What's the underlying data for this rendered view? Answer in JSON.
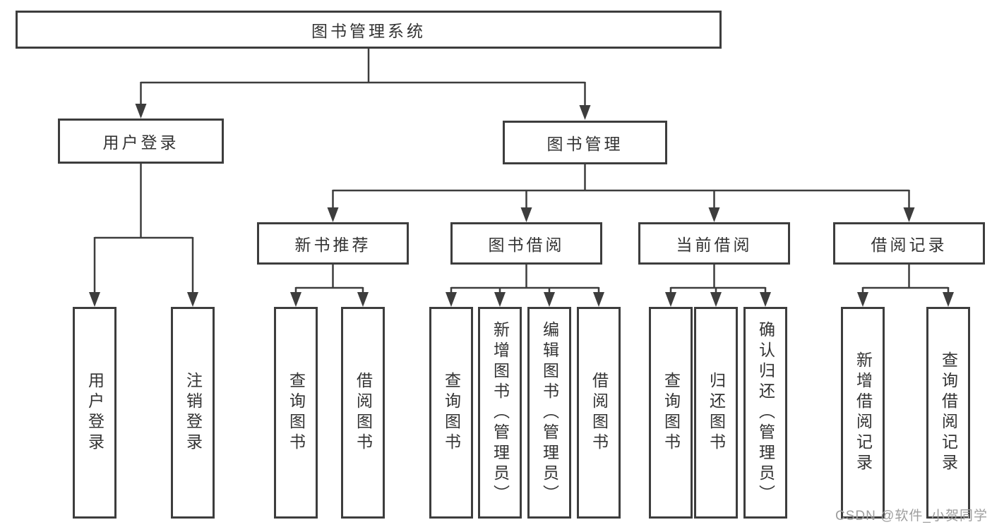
{
  "diagram": {
    "nodes": {
      "root": "图书管理系统",
      "user_login": "用户登录",
      "book_mgmt": "图书管理",
      "new_books": "新书推荐",
      "book_borrow": "图书借阅",
      "current_borrow": "当前借阅",
      "borrow_records": "借阅记录",
      "leaf_user_login": "用户登录",
      "leaf_logout": "注销登录",
      "leaf_nb_query": "查询图书",
      "leaf_nb_borrow": "借阅图书",
      "leaf_bb_query": "查询图书",
      "leaf_bb_add": "新增图书（管理员）",
      "leaf_bb_edit": "编辑图书（管理员）",
      "leaf_bb_borrow": "借阅图书",
      "leaf_cb_query": "查询图书",
      "leaf_cb_return": "归还图书",
      "leaf_cb_confirm": "确认归还（管理员）",
      "leaf_br_add": "新增借阅记录",
      "leaf_br_query": "查询借阅记录"
    },
    "colors": {
      "line": "#3d3d3d",
      "text": "#333333",
      "watermark": "#9e9e9e"
    },
    "watermark": "CSDN @软件_小贺同学"
  }
}
